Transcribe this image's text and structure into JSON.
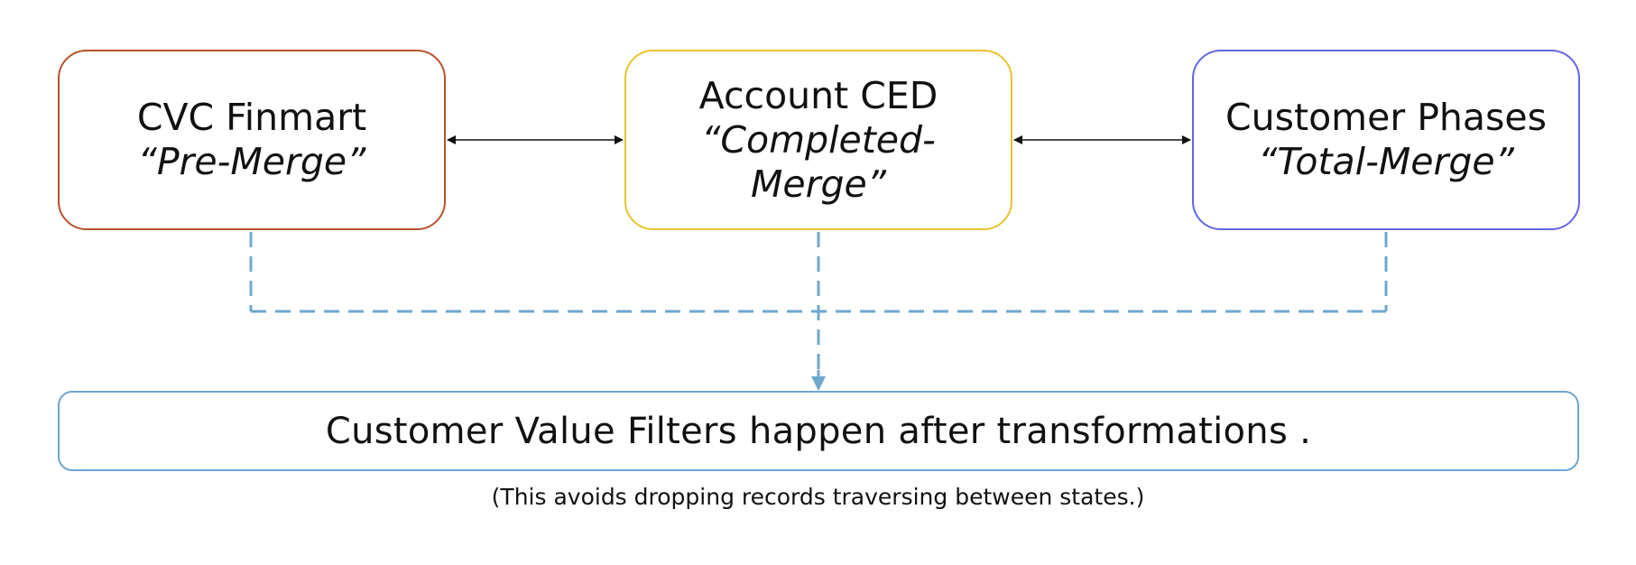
{
  "boxes": {
    "finmart": {
      "title": "CVC Finmart",
      "subtitle": "“Pre-Merge”",
      "border_color": "#b5522b"
    },
    "ced": {
      "title": "Account CED",
      "subtitle": "“Completed-Merge”",
      "border_color": "#ecc22d"
    },
    "phases": {
      "title": "Customer Phases",
      "subtitle": "“Total-Merge”",
      "border_color": "#6466e4"
    }
  },
  "filter": {
    "text": "Customer Value Filters happen after transformations .",
    "border_color": "#6fa7cf"
  },
  "note": "(This avoids dropping records traversing between states.)",
  "colors": {
    "arrow": "#111111",
    "dashed_connector": "#6fa7cf"
  }
}
